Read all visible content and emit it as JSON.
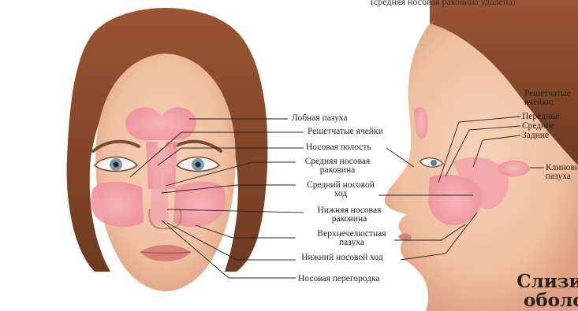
{
  "caption_top": "(средняя носовая раковина удалена)",
  "front_labels": {
    "frontal_sinus": "Лобная пазуха",
    "ethmoid_cells": "Решетчатые ячейки",
    "nasal_cavity": "Носовая полость",
    "middle_turbinate": "Средняя носовая раковина",
    "middle_meatus": "Средний носовой ход",
    "inferior_turbinate": "Нижняя носовая раковина",
    "maxillary_sinus": "Верхнечелюстная пазуха",
    "inferior_meatus": "Нижний носовой ход",
    "septum": "Носовая перегородка"
  },
  "side_labels": {
    "ethmoid_header": "Решетчатые ячейки:",
    "anterior": "Передние",
    "middle": "Средние",
    "posterior": "Задние",
    "sphenoid": "Клиновидная пазуха"
  },
  "heading": "Слизистая оболочка",
  "colors": {
    "skin": "#f2c4a6",
    "skin_shadow": "#e0a689",
    "hair": "#8b4a2b",
    "sinus": "#f29aa6",
    "lips": "#d97f7a",
    "iris": "#7a9ab0"
  }
}
